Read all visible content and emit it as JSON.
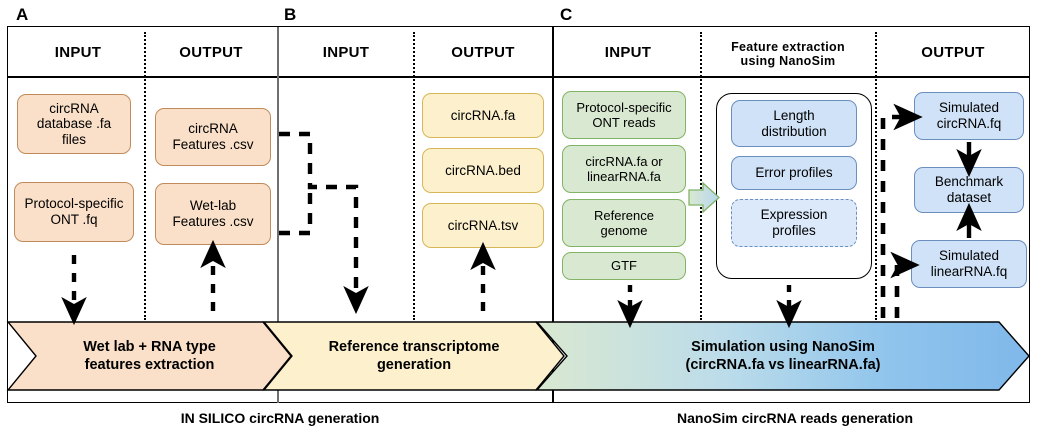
{
  "panels": [
    {
      "letter": "A",
      "columns": [
        {
          "header": "INPUT",
          "nodes": [
            {
              "text": "circRNA\ndatabase .fa\nfiles",
              "color": "orange"
            },
            {
              "text": "Protocol-specific\nONT .fq",
              "color": "orange"
            }
          ]
        },
        {
          "header": "OUTPUT",
          "nodes": [
            {
              "text": "circRNA\nFeatures .csv",
              "color": "orange"
            },
            {
              "text": "Wet-lab\nFeatures .csv",
              "color": "orange"
            }
          ]
        }
      ],
      "banner": "Wet lab + RNA type\nfeatures extraction"
    },
    {
      "letter": "B",
      "columns": [
        {
          "header": "INPUT",
          "nodes": []
        },
        {
          "header": "OUTPUT",
          "nodes": [
            {
              "text": "circRNA.fa",
              "color": "yellow"
            },
            {
              "text": "circRNA.bed",
              "color": "yellow"
            },
            {
              "text": "circRNA.tsv",
              "color": "yellow"
            }
          ]
        }
      ],
      "banner": "Reference transcriptome\ngeneration"
    },
    {
      "letter": "C",
      "columns": [
        {
          "header": "INPUT",
          "nodes": [
            {
              "text": "Protocol-specific\nONT reads",
              "color": "green"
            },
            {
              "text": "circRNA.fa or\nlinearRNA.fa",
              "color": "green"
            },
            {
              "text": "Reference\ngenome",
              "color": "green"
            },
            {
              "text": "GTF",
              "color": "green"
            }
          ]
        },
        {
          "header": "Feature extraction\nusing NanoSim",
          "nodes": [
            {
              "text": "Length\ndistribution",
              "color": "blue"
            },
            {
              "text": "Error profiles",
              "color": "blue"
            },
            {
              "text": "Expression\nprofiles",
              "color": "blue-dash"
            }
          ]
        },
        {
          "header": "OUTPUT",
          "nodes": [
            {
              "text": "Simulated\ncircRNA.fq",
              "color": "blue"
            },
            {
              "text": "Benchmark\ndataset",
              "color": "blue"
            },
            {
              "text": "Simulated\nlinearRNA.fq",
              "color": "blue"
            }
          ]
        }
      ],
      "banner": "Simulation using NanoSim\n(circRNA.fa vs linearRNA.fa)"
    }
  ],
  "captions": [
    "IN SILICO circRNA generation",
    "NanoSim circRNA reads generation"
  ],
  "colors": {
    "orange_fill": "#fae0c8",
    "orange_border": "#c08b5c",
    "yellow_fill": "#fdf1cd",
    "yellow_border": "#d6b656",
    "green_fill": "#d9e8d0",
    "green_border": "#82b366",
    "blue_fill": "#cfe2f7",
    "blue_border": "#6c8ebf",
    "banner_gradient_start": "#d9e8d0",
    "banner_gradient_end": "#7fb8ea"
  }
}
